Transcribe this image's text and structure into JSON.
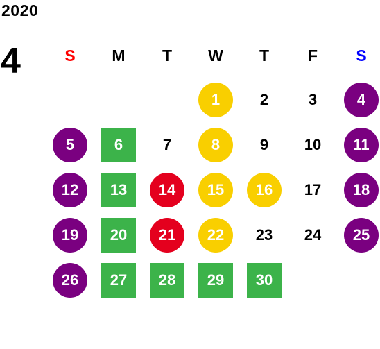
{
  "calendar": {
    "year": "2020",
    "month": "4",
    "weekdays": [
      "S",
      "M",
      "T",
      "W",
      "T",
      "F",
      "S"
    ],
    "colors": {
      "sunday_header": "#ff0000",
      "saturday_header": "#0000ff",
      "purple": "#7a0080",
      "yellow": "#f9cf00",
      "red": "#e4001e",
      "green": "#3cb34a"
    },
    "weeks": [
      [
        null,
        null,
        null,
        {
          "day": "1",
          "shape": "circle",
          "color": "yellow"
        },
        {
          "day": "2",
          "shape": "plain"
        },
        {
          "day": "3",
          "shape": "plain"
        },
        {
          "day": "4",
          "shape": "circle",
          "color": "purple"
        }
      ],
      [
        {
          "day": "5",
          "shape": "circle",
          "color": "purple"
        },
        {
          "day": "6",
          "shape": "square",
          "color": "green"
        },
        {
          "day": "7",
          "shape": "plain"
        },
        {
          "day": "8",
          "shape": "circle",
          "color": "yellow"
        },
        {
          "day": "9",
          "shape": "plain"
        },
        {
          "day": "10",
          "shape": "plain"
        },
        {
          "day": "11",
          "shape": "circle",
          "color": "purple"
        }
      ],
      [
        {
          "day": "12",
          "shape": "circle",
          "color": "purple"
        },
        {
          "day": "13",
          "shape": "square",
          "color": "green"
        },
        {
          "day": "14",
          "shape": "circle",
          "color": "red"
        },
        {
          "day": "15",
          "shape": "circle",
          "color": "yellow"
        },
        {
          "day": "16",
          "shape": "circle",
          "color": "yellow"
        },
        {
          "day": "17",
          "shape": "plain"
        },
        {
          "day": "18",
          "shape": "circle",
          "color": "purple"
        }
      ],
      [
        {
          "day": "19",
          "shape": "circle",
          "color": "purple"
        },
        {
          "day": "20",
          "shape": "square",
          "color": "green"
        },
        {
          "day": "21",
          "shape": "circle",
          "color": "red"
        },
        {
          "day": "22",
          "shape": "circle",
          "color": "yellow"
        },
        {
          "day": "23",
          "shape": "plain"
        },
        {
          "day": "24",
          "shape": "plain"
        },
        {
          "day": "25",
          "shape": "circle",
          "color": "purple"
        }
      ],
      [
        {
          "day": "26",
          "shape": "circle",
          "color": "purple"
        },
        {
          "day": "27",
          "shape": "square",
          "color": "green"
        },
        {
          "day": "28",
          "shape": "square",
          "color": "green"
        },
        {
          "day": "29",
          "shape": "square",
          "color": "green"
        },
        {
          "day": "30",
          "shape": "square",
          "color": "green"
        },
        null,
        null
      ]
    ]
  }
}
